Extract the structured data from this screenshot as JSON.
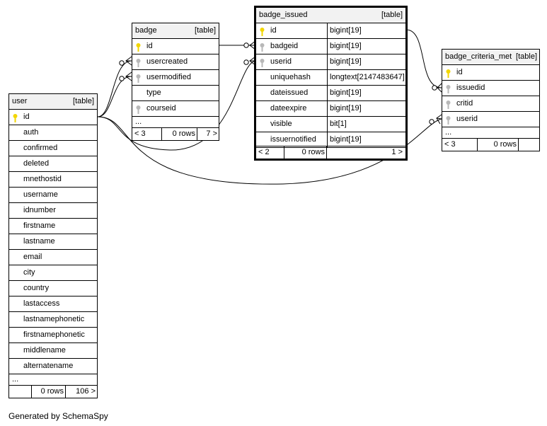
{
  "tables": {
    "user": {
      "name": "user",
      "tag": "[table]",
      "columns": [
        "id",
        "auth",
        "confirmed",
        "deleted",
        "mnethostid",
        "username",
        "idnumber",
        "firstname",
        "lastname",
        "email",
        "city",
        "country",
        "lastaccess",
        "lastnamephonetic",
        "firstnamephonetic",
        "middlename",
        "alternatename"
      ],
      "more": "...",
      "footer": {
        "left": "",
        "mid": "0 rows",
        "right": "106 >"
      }
    },
    "badge": {
      "name": "badge",
      "tag": "[table]",
      "columns": [
        "id",
        "usercreated",
        "usermodified",
        "type",
        "courseid"
      ],
      "more": "...",
      "footer": {
        "left": "< 3",
        "mid": "0 rows",
        "right": "7 >"
      }
    },
    "badge_issued": {
      "name": "badge_issued",
      "tag": "[table]",
      "columns": [
        "id",
        "badgeid",
        "userid",
        "uniquehash",
        "dateissued",
        "dateexpire",
        "visible",
        "issuernotified"
      ],
      "types": [
        "bigint[19]",
        "bigint[19]",
        "bigint[19]",
        "longtext[2147483647]",
        "bigint[19]",
        "bigint[19]",
        "bit[1]",
        "bigint[19]"
      ],
      "footer": {
        "left": "< 2",
        "mid": "0 rows",
        "right": "1 >"
      }
    },
    "badge_criteria_met": {
      "name": "badge_criteria_met",
      "tag": "[table]",
      "columns": [
        "id",
        "issuedid",
        "critid",
        "userid"
      ],
      "more": "...",
      "footer": {
        "left": "< 3",
        "mid": "0 rows",
        "right": ""
      }
    }
  },
  "key_colors": {
    "primary": "#f2d600",
    "foreign": "#b8b8b8"
  },
  "caption": "Generated by SchemaSpy"
}
